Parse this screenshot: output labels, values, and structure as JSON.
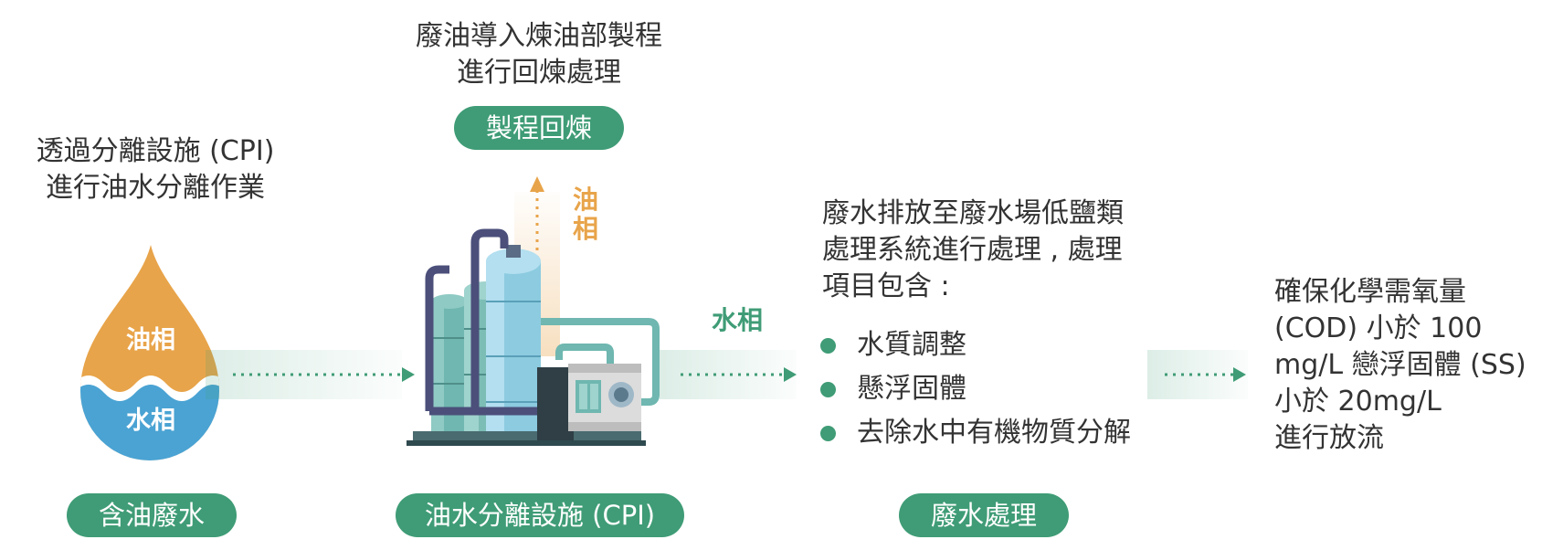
{
  "colors": {
    "green": "#3f9c76",
    "orange": "#e8a44a",
    "blue": "#4aa3d3",
    "teal": "#6fb7b0",
    "text": "#333333"
  },
  "stage1": {
    "caption_line1": "透過分離設施 (CPI)",
    "caption_line2": "進行油水分離作業",
    "oil_phase": "油相",
    "water_phase": "水相",
    "pill": "含油廢水"
  },
  "stage2": {
    "top_caption_line1": "廢油導入煉油部製程",
    "top_caption_line2": "進行回煉處理",
    "top_pill": "製程回煉",
    "oil_arrow_char1": "油",
    "oil_arrow_char2": "相",
    "pill": "油水分離設施 (CPI)",
    "icon": "cpi-separator-equipment-icon"
  },
  "stage3": {
    "water_phase_label": "水相",
    "desc_line1": "廢水排放至廢水場低鹽類",
    "desc_line2": "處理系統進行處理 , 處理",
    "desc_line3": "項目包含 :",
    "items": [
      "水質調整",
      "懸浮固體",
      "去除水中有機物質分解"
    ],
    "pill": "廢水處理"
  },
  "stage4": {
    "line1": "確保化學需氧量",
    "line2": "(COD) 小於 100",
    "line3": "mg/L 戀浮固體 (SS)",
    "line4": "小於 20mg/L",
    "line5": "進行放流"
  }
}
